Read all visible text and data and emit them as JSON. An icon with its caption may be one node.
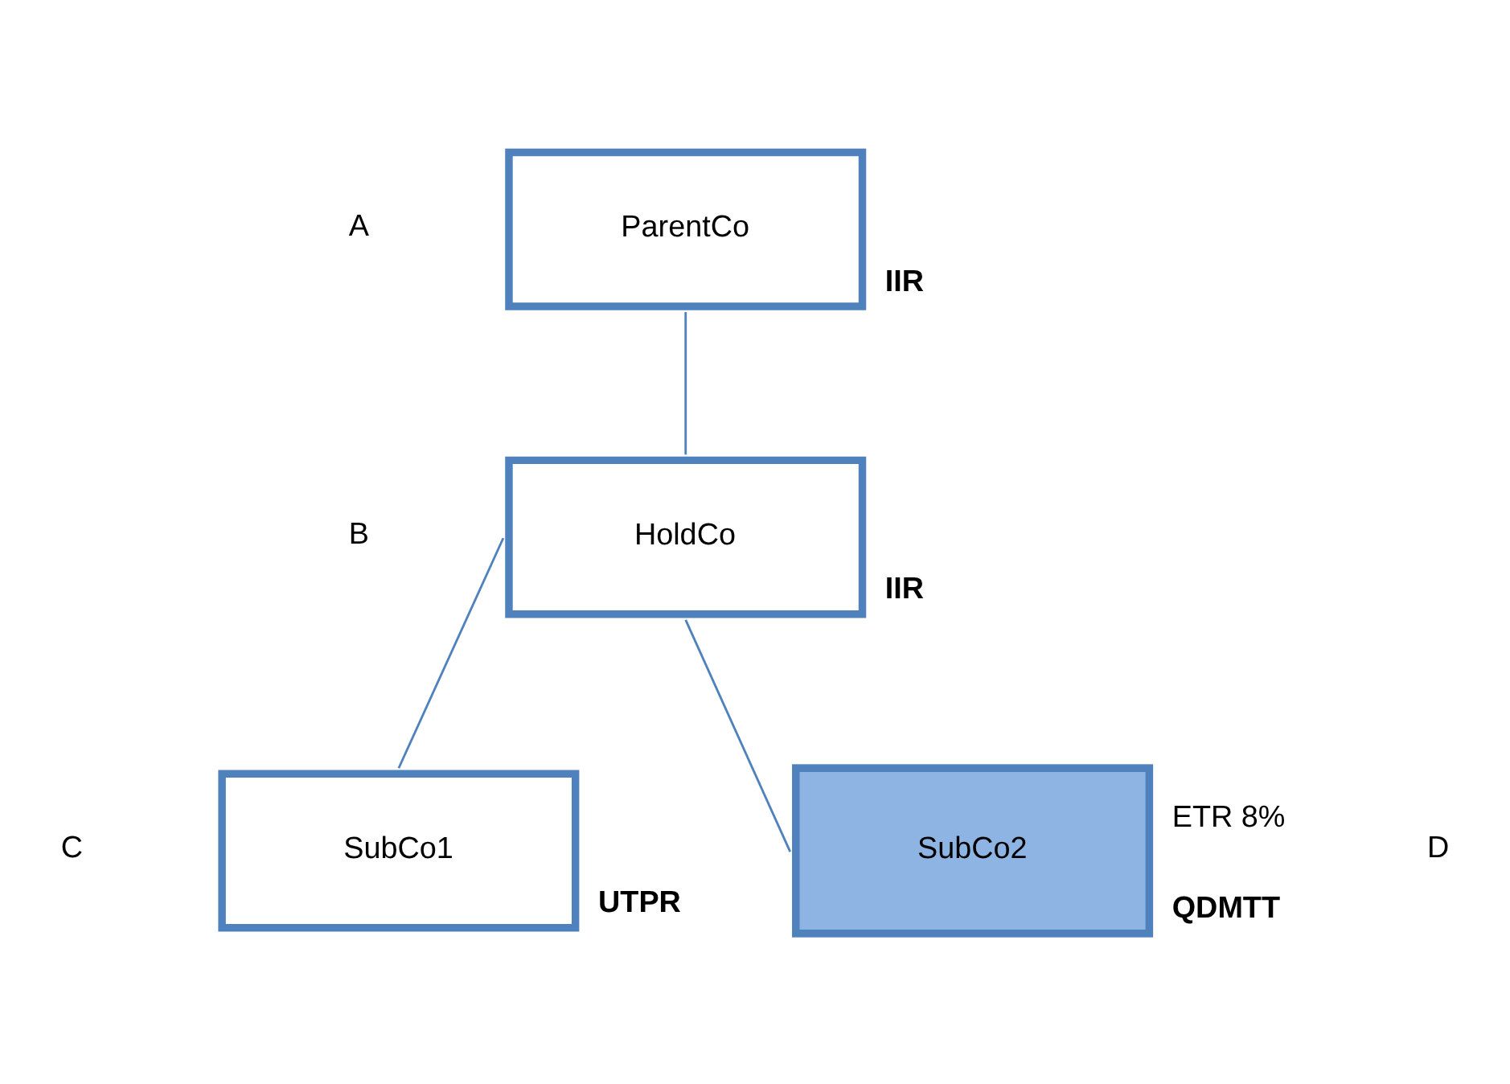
{
  "diagram": {
    "nodes": [
      {
        "text": [
          "ParentCo"
        ],
        "beside": [
          "IIR"
        ]
      },
      {
        "text": [
          "HoldCo"
        ],
        "beside": [
          "IIR"
        ]
      },
      {
        "text": [
          "SubCo1"
        ],
        "beside": [
          "UTPR"
        ]
      },
      {
        "text": [
          "SubCo2"
        ],
        "beside": [
          "ETR 8%",
          "QDMTT"
        ]
      }
    ],
    "edges": [
      {
        "from": 0,
        "to": 1,
        "arrow": "none"
      },
      {
        "from": 1,
        "to": 2,
        "arrow": "none"
      },
      {
        "from": 1,
        "to": 3,
        "arrow": "none"
      }
    ],
    "labels": [
      "A",
      "B",
      "C",
      "D"
    ]
  }
}
